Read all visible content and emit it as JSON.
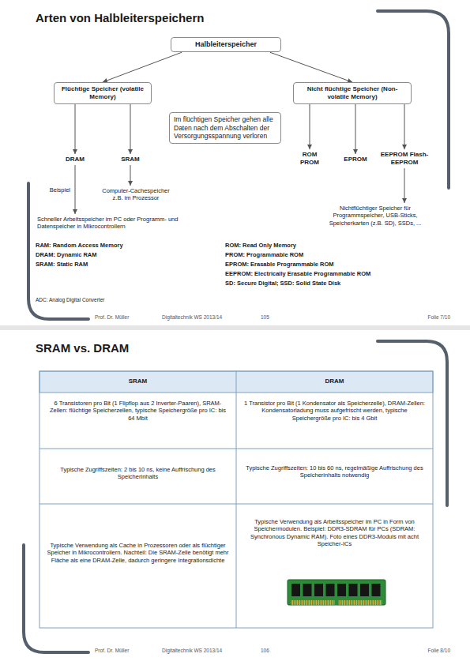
{
  "diagram": {
    "title": "Arten von Halbleiterspeichern",
    "nodes": [
      {
        "text": [
          "Halbleiterspeicher"
        ]
      },
      {
        "text": [
          "Flüchtige Speicher (volatile Memory)"
        ]
      },
      {
        "text": [
          "Nicht flüchtige Speicher (Non-volatile Memory)"
        ]
      },
      {
        "text": [
          "Im flüchtigen Speicher gehen alle Daten nach dem Abschalten der Versorgungsspannung verloren"
        ]
      },
      {
        "text": [
          "DRAM"
        ]
      },
      {
        "text": [
          "SRAM"
        ]
      },
      {
        "text": [
          "ROM PROM"
        ]
      },
      {
        "text": [
          "EPROM"
        ]
      },
      {
        "text": [
          "EEPROM Flash-EEPROM"
        ]
      },
      {
        "text": [
          "Schneller Arbeitsspeicher im PC oder Programm- und Datenspeicher in Mikrocontrollern"
        ]
      },
      {
        "text": [
          "Computer-Cachespeicher z.B. im Prozessor"
        ]
      },
      {
        "text": [
          "Nichtflüchtiger Speicher für Programmspeicher, USB-Sticks, Speicherkarten (z.B. SD), SSDs, ..."
        ]
      }
    ],
    "edges": [
      {
        "from": 0,
        "to": 1,
        "arrow": "to"
      },
      {
        "from": 0,
        "to": 2,
        "arrow": "to"
      },
      {
        "from": 1,
        "to": 4,
        "arrow": "to"
      },
      {
        "from": 1,
        "to": 5,
        "arrow": "to"
      },
      {
        "from": 2,
        "to": 6,
        "arrow": "to"
      },
      {
        "from": 2,
        "to": 7,
        "arrow": "to"
      },
      {
        "from": 2,
        "to": 8,
        "arrow": "to"
      },
      {
        "from": 4,
        "to": 9,
        "label": "Beispiel",
        "arrow": "to"
      },
      {
        "from": 5,
        "to": 10,
        "arrow": "to"
      },
      {
        "from": 8,
        "to": 11,
        "arrow": "to"
      }
    ],
    "labels": [
      "RAM: Random Access Memory",
      "DRAM: Dynamic RAM",
      "SRAM: Static RAM",
      "ADC: Analog Digital Converter",
      "ROM: Read Only Memory",
      "PROM: Programmable ROM",
      "EPROM: Erasable Programmable ROM",
      "EEPROM: Electrically Erasable Programmable ROM",
      "SD: Secure Digital; SSD: Solid State Disk",
      "Prof. Dr. Müller",
      "Digitaltechnik WS 2013/14",
      "105",
      "Folie 7/10",
      "SRAM vs. DRAM",
      "SRAM",
      "DRAM",
      "6 Transistoren pro Bit (1 Flipflop aus 2 Inverter-Paaren), SRAM-Zellen: flüchtige Speicherzellen, typische Speichergröße pro IC: bis 64 Mbit",
      "1 Transistor pro Bit (1 Kondensator als Speicherzelle), DRAM-Zellen: Kondensatorladung muss aufgefrischt werden, typische Speichergröße pro IC: bis 4 Gbit",
      "Typische Zugriffszeiten: 2 bis 10 ns, keine Auffrischung des Speicherinhalts",
      "Typische Zugriffszeiten: 10 bis 60 ns, regelmäßige Auffrischung des Speicherinhalts notwendig",
      "Typische Verwendung als Cache in Prozessoren oder als flüchtiger Speicher in Mikrocontrollern. Nachteil: Die SRAM-Zelle benötigt mehr Fläche als eine DRAM-Zelle, dadurch geringere Integrationsdichte",
      "Typische Verwendung als Arbeitsspeicher im PC in Form von Speichermodulen. Beispiel: DDR3-SDRAM für PCs (SDRAM: Synchronous Dynamic RAM). Foto eines DDR3-Moduls mit acht Speicher-ICs",
      "Prof. Dr. Müller",
      "Digitaltechnik WS 2013/14",
      "106",
      "Folie 8/10"
    ]
  }
}
